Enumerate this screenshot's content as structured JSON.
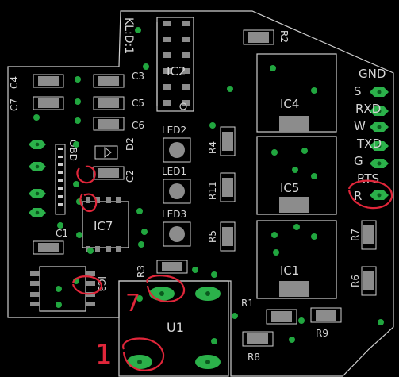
{
  "board": {
    "silk_color": "#cfcfcf",
    "pad_color": "#2bb14a",
    "pad_hole_color": "#0a5a1e",
    "via_color": "#21a63f",
    "copper_gray": "#8c8c8c",
    "annotation_color": "#e0263a",
    "title": "KL:D:1"
  },
  "labels": {
    "ic2": "IC2",
    "ic4": "IC4",
    "ic5": "IC5",
    "ic1": "IC1",
    "ic7": "IC7",
    "ic3": "IC3",
    "u1": "U1",
    "obd": "OBD",
    "led1": "LED1",
    "led2": "LED2",
    "led3": "LED3",
    "c1": "C1",
    "c2": "C2",
    "c3": "C3",
    "c4": "C4",
    "c5": "C5",
    "c6": "C6",
    "c7": "C7",
    "d2": "D2",
    "r1": "R1",
    "r2": "R2",
    "r3": "R3",
    "r4": "R4",
    "r5": "R5",
    "r6": "R6",
    "r7": "R7",
    "r8": "R8",
    "r9": "R9",
    "r11": "R11"
  },
  "connector": {
    "pins": [
      "GND",
      "S",
      "RXD",
      "W",
      "TXD",
      "G",
      "RTS",
      "R"
    ]
  },
  "annotations": {
    "pin7": "7",
    "pin1": "1"
  }
}
